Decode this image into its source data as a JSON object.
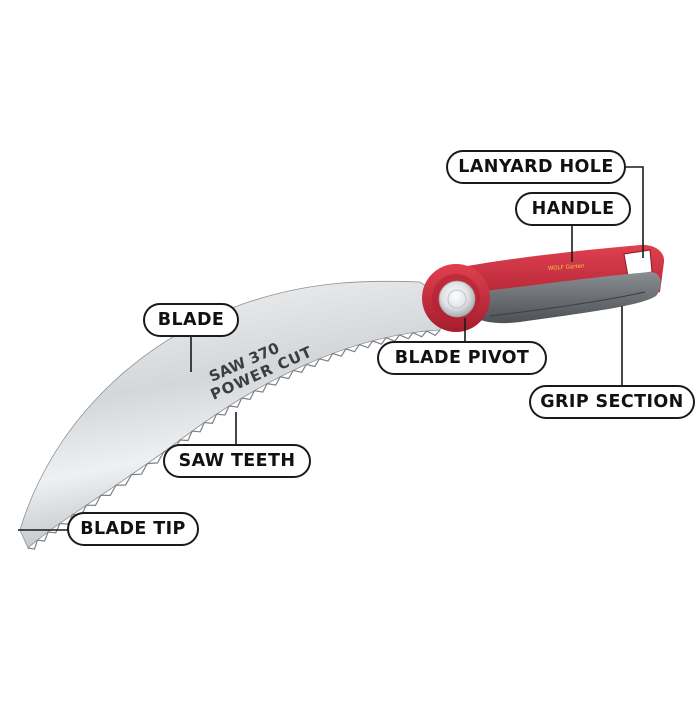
{
  "labels": {
    "lanyard_hole": "LANYARD HOLE",
    "handle": "HANDLE",
    "blade": "BLADE",
    "blade_pivot": "BLADE PIVOT",
    "grip_section": "GRIP SECTION",
    "saw_teeth": "SAW TEETH",
    "blade_tip": "BLADE TIP"
  },
  "blade_print": {
    "model": "SAW 370",
    "line": "POWER CUT"
  },
  "handle_logo": "WOLF Garten",
  "colors": {
    "handle_red": "#c8283a",
    "grip_gray": "#6b6e72",
    "blade_silver": "#d9dcdf",
    "outline": "#1a1a1a"
  }
}
